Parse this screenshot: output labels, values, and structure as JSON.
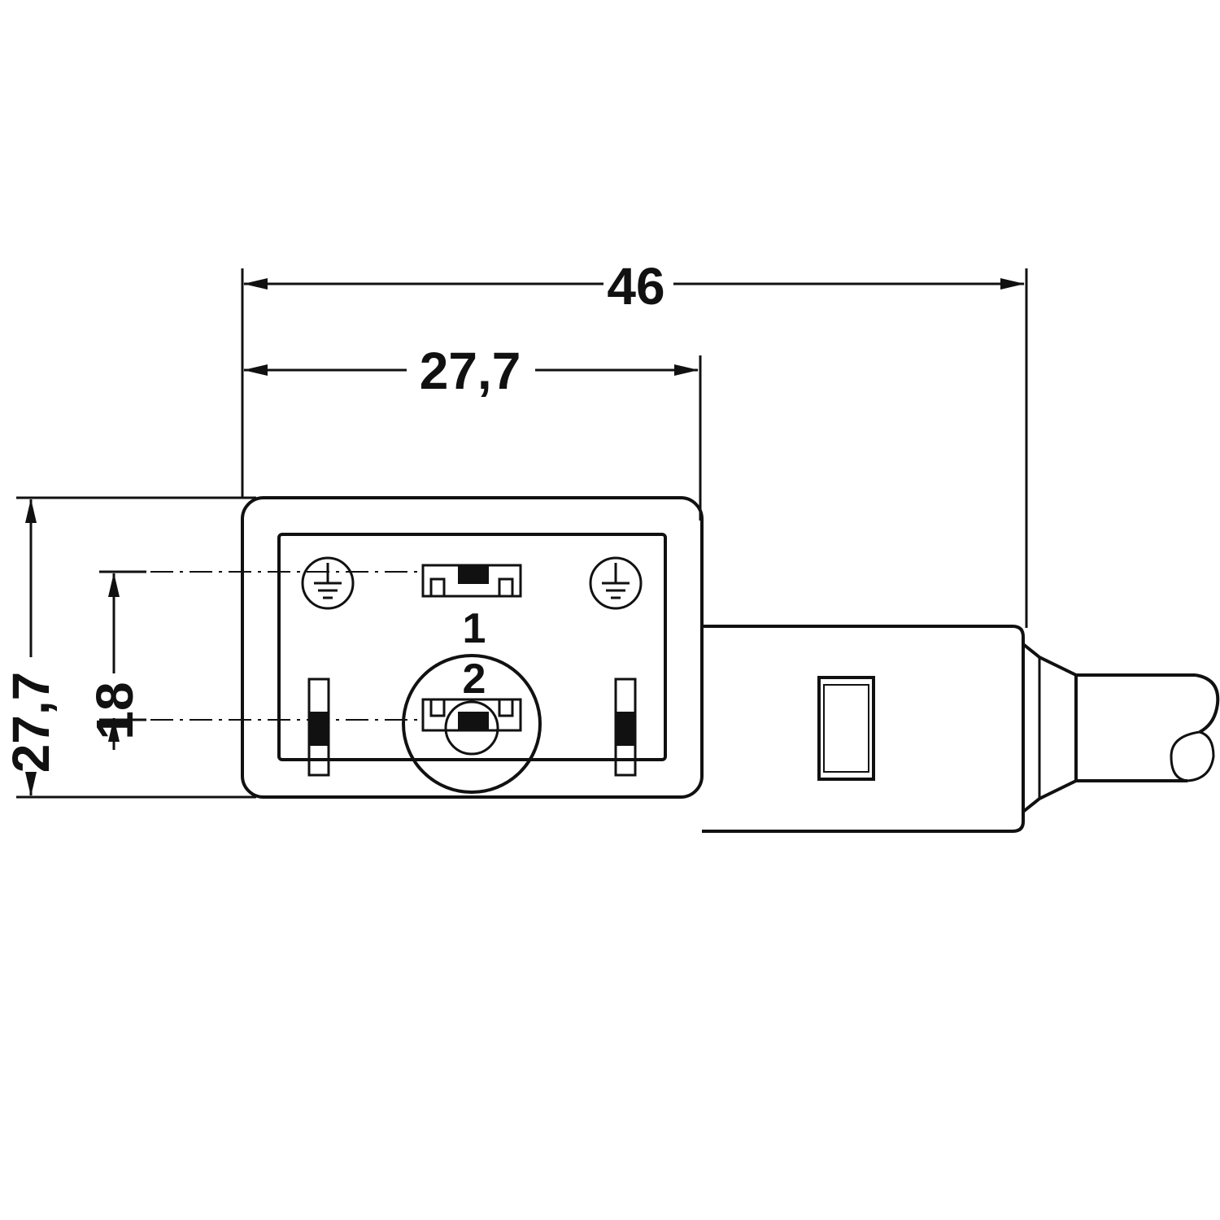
{
  "dimensions": {
    "overall_length": "46",
    "housing_width": "27,7",
    "housing_height": "27,7",
    "pin_spacing": "18"
  },
  "pin_labels": {
    "pin1": "1",
    "pin2": "2"
  },
  "icons": {
    "ground_left": "ground-symbol",
    "ground_right": "ground-symbol"
  },
  "colors": {
    "line": "#111111",
    "background": "#ffffff"
  }
}
